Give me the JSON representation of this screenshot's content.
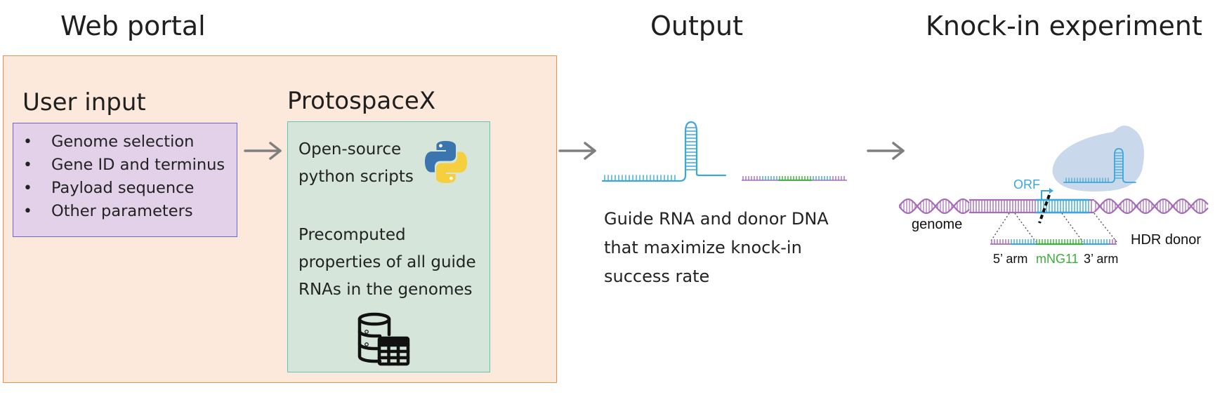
{
  "titles": {
    "web_portal": "Web portal",
    "output": "Output",
    "knock_in": "Knock-in experiment"
  },
  "user_input": {
    "title": "User input",
    "items": [
      "Genome selection",
      "Gene ID and terminus",
      "Payload sequence",
      "Other parameters"
    ]
  },
  "protospace": {
    "title": "ProtospaceX",
    "scripts_text": "Open-source\npython scripts",
    "precomputed_text": "Precomputed\nproperties of all guide\nRNAs in the genomes"
  },
  "output": {
    "description": "Guide RNA and donor DNA\nthat maximize knock-in\nsuccess rate"
  },
  "knock_in": {
    "orf_label": "ORF",
    "genome_label": "genome",
    "hdr_label": "HDR donor",
    "arm5_label": "5’ arm",
    "mng_label": "mNG11",
    "arm3_label": "3’ arm"
  },
  "colors": {
    "portal_bg": "#fde9db",
    "portal_border": "#ef8f49",
    "user_input_bg": "#e2d1e8",
    "user_input_border": "#6f63d8",
    "protospace_bg": "#d5e5d9",
    "protospace_border": "#5fc7b4",
    "rna_blue": "#3aa7dc",
    "dna_purple": "#a66cb8",
    "mng_green": "#3cae3c",
    "arrow_gray": "#7f7f7f",
    "cas9_bg": "#c9d8ea"
  },
  "icons": [
    "python-logo-icon",
    "database-table-icon",
    "arrow-right-icon",
    "guide-rna-icon",
    "donor-dna-icon",
    "cas9-complex-icon",
    "genome-dna-icon"
  ]
}
